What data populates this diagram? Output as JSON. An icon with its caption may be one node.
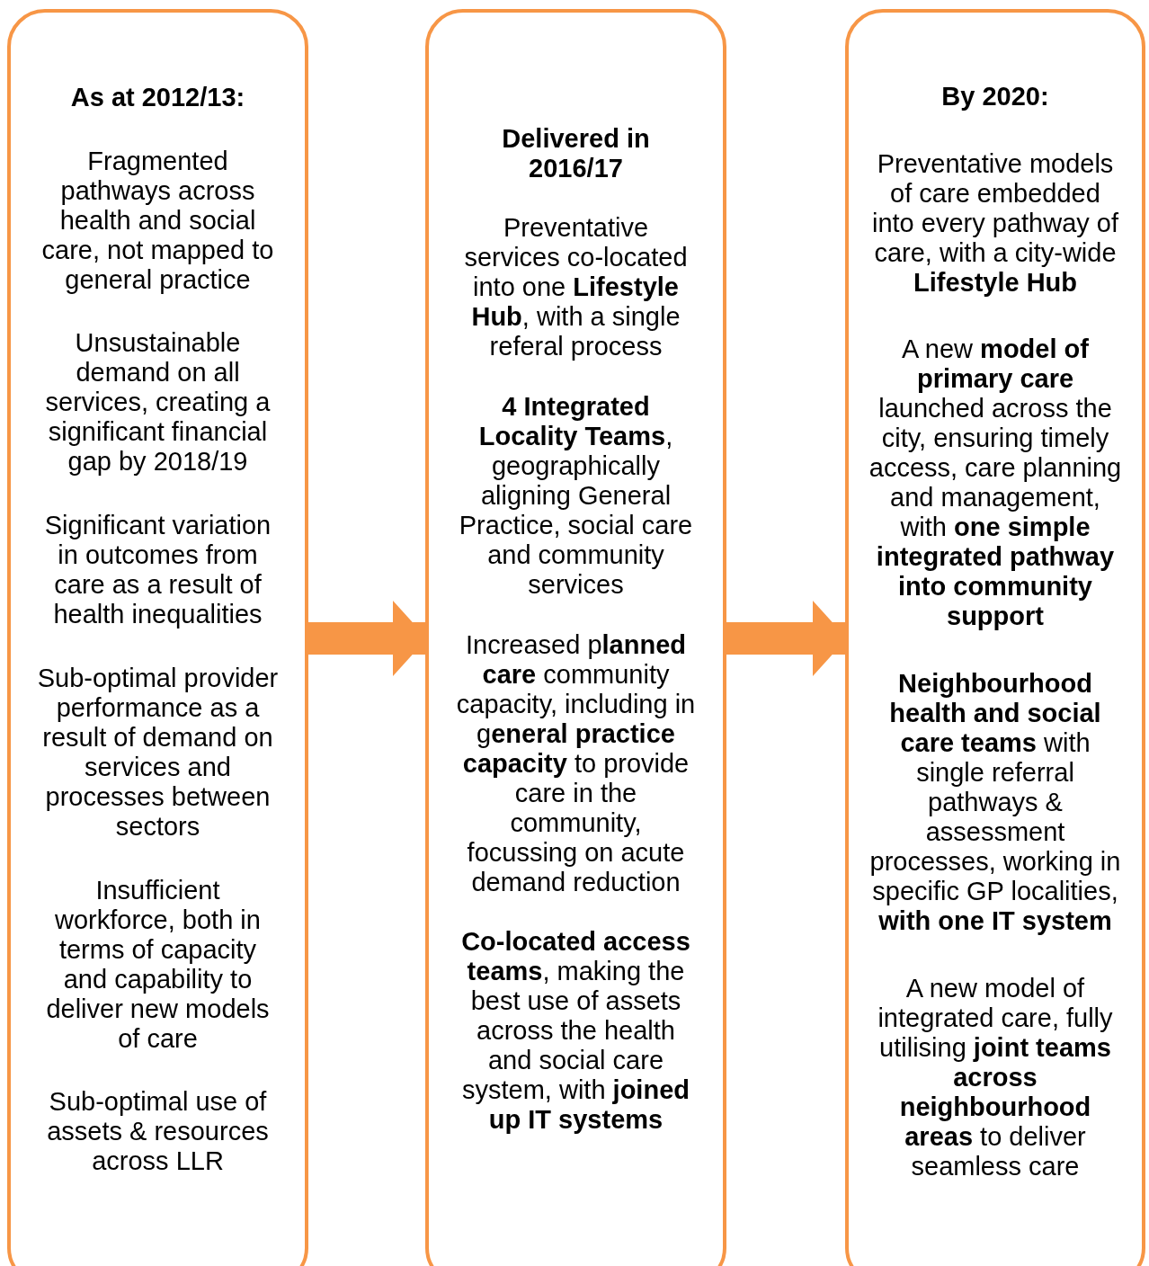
{
  "diagram": {
    "nodes": [
      {
        "text": [
          "As at 2012/13:",
          "Fragmented pathways across health and social care, not mapped to general practice",
          "Unsustainable demand on all services, creating a significant financial gap by 2018/19",
          "Significant variation in outcomes from care as a result of health inequalities",
          "Sub-optimal provider performance as a result of demand on services and processes between sectors",
          "Insufficient workforce, both in terms of capacity and capability to deliver new models of care",
          "Sub-optimal use of assets & resources across LLR"
        ]
      },
      {
        "text": [
          "Delivered in 2016/17",
          "Preventative services co-located into one **Lifestyle Hub**, with a single referal process",
          "**4 Integrated Locality Teams**, geographically aligning General Practice, social care and community services",
          "Increased p**lanned care** community capacity, including in g**eneral practice capacity** to provide care in the community, focussing on acute demand reduction",
          "**Co-located access teams**, making the best use of assets across the health and social care system, with **joined up IT systems**"
        ]
      },
      {
        "text": [
          "By 2020:",
          "Preventative models of care embedded into every pathway of care, with a city-wide **Lifestyle Hub**",
          "A new **model of primary care** launched across the city, ensuring timely access, care planning and management, with **one simple integrated pathway into community support**",
          "**Neighbourhood health and social care teams** with single referral pathways & assessment processes, working in specific GP localities, **with one IT system**",
          "A new model of integrated care, fully utilising **joint teams across neighbourhood areas** to deliver seamless care"
        ]
      }
    ],
    "edges": [
      {
        "from": 0,
        "to": 1,
        "arrow": "to"
      },
      {
        "from": 1,
        "to": 2,
        "arrow": "to"
      }
    ]
  }
}
